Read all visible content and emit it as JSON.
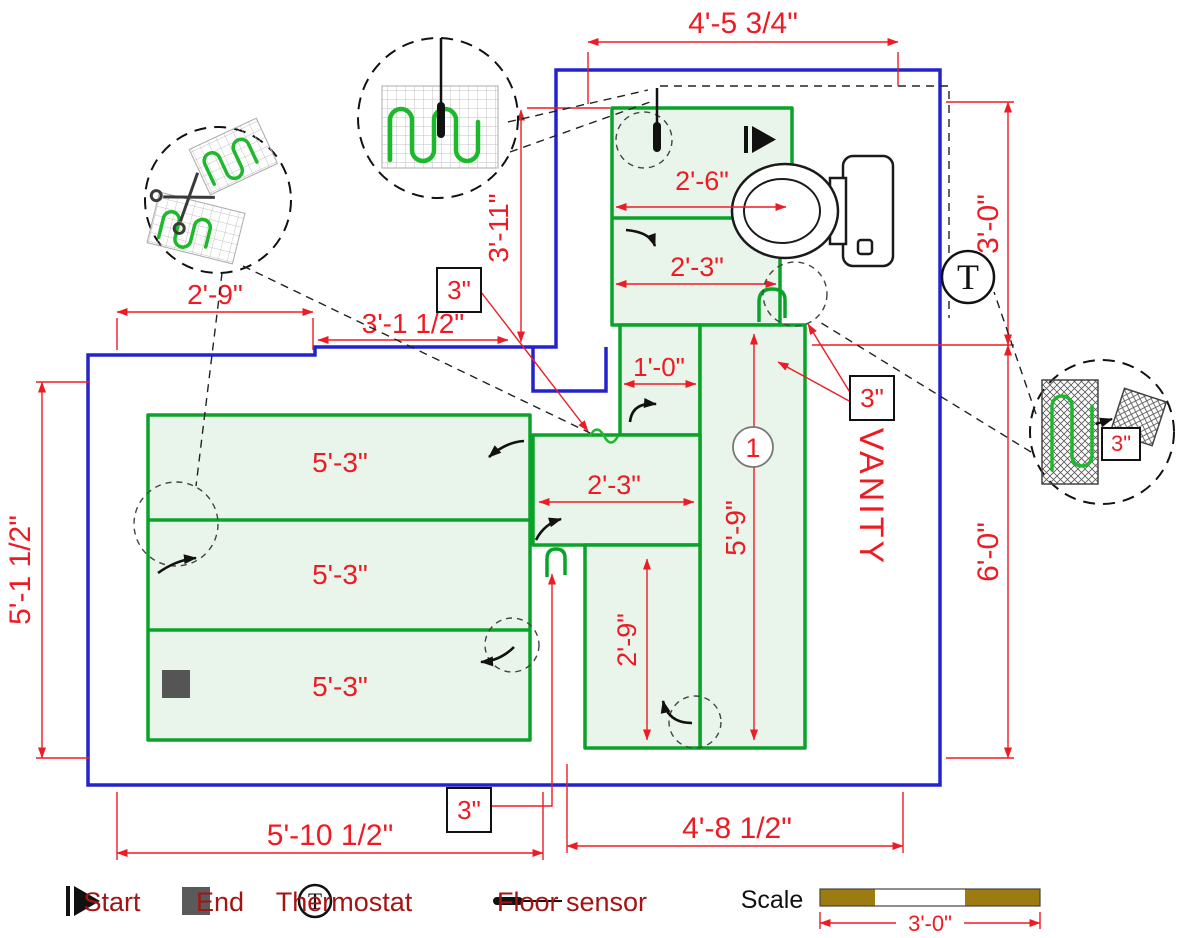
{
  "plan": {
    "room_label": "VANITY",
    "mat_circuit_number": "1",
    "thermostat_symbol": "T"
  },
  "dimensions": {
    "top_width": "4'-5 3/4\"",
    "right_upper_height": "3'-0\"",
    "right_lower_height": "6'-0\"",
    "left_height": "5'-1 1/2\"",
    "upper_left_width": "2'-9\"",
    "mid_left_width": "3'-1 1/2\"",
    "upper_mid_height": "3'-11\"",
    "toilet_mat_width": "2'-6\"",
    "toilet_mat_lower_width": "2'-3\"",
    "neck_width": "1'-0\"",
    "connector_width": "2'-3\"",
    "tall_mat_height": "5'-9\"",
    "lower_mid_mat_height": "2'-9\"",
    "strip_width_1": "5'-3\"",
    "strip_width_2": "5'-3\"",
    "strip_width_3": "5'-3\"",
    "bottom_left_width": "5'-10 1/2\"",
    "bottom_right_width": "4'-8 1/2\"",
    "cable_offset_upper": "3\"",
    "cable_offset_right": "3\"",
    "cable_offset_lower": "3\"",
    "cable_offset_detail": "3\""
  },
  "legend": {
    "start_label": "Start",
    "end_label": "End",
    "thermostat_label": "Thermostat",
    "floor_sensor_label": "Floor sensor",
    "scale_label": "Scale",
    "scale_dimension": "3'-0\""
  },
  "colors": {
    "wall_blue": "#2323cd",
    "mat_fill_green": "#e9f4ea",
    "mat_stroke_green": "#0aa32a",
    "dimension_red": "#ed1c24",
    "legend_text_red": "#a31515",
    "scale_bar_gold": "#9c7c10"
  }
}
